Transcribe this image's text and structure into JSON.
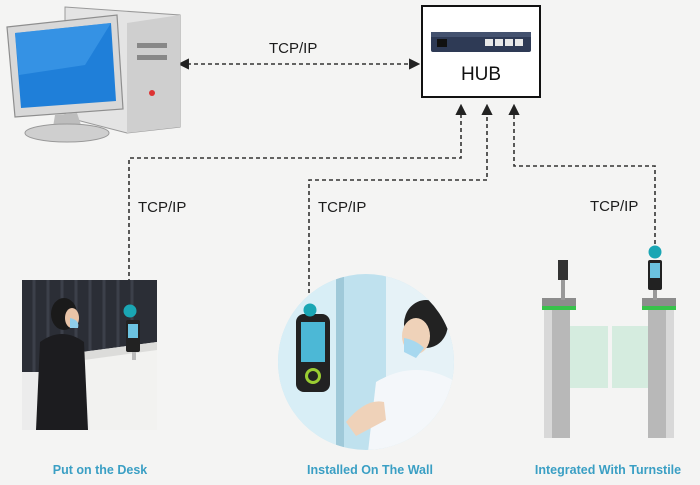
{
  "hub": {
    "label": "HUB"
  },
  "links": {
    "pc_hub": "TCP/IP",
    "desk": "TCP/IP",
    "wall": "TCP/IP",
    "turnstile": "TCP/IP"
  },
  "captions": {
    "desk": "Put on the Desk",
    "wall": "Installed On The Wall",
    "turnstile": "Integrated With Turnstile"
  },
  "colors": {
    "accent": "#3a9fc4",
    "node_dot": "#1aa6b4",
    "line": "#333333"
  }
}
